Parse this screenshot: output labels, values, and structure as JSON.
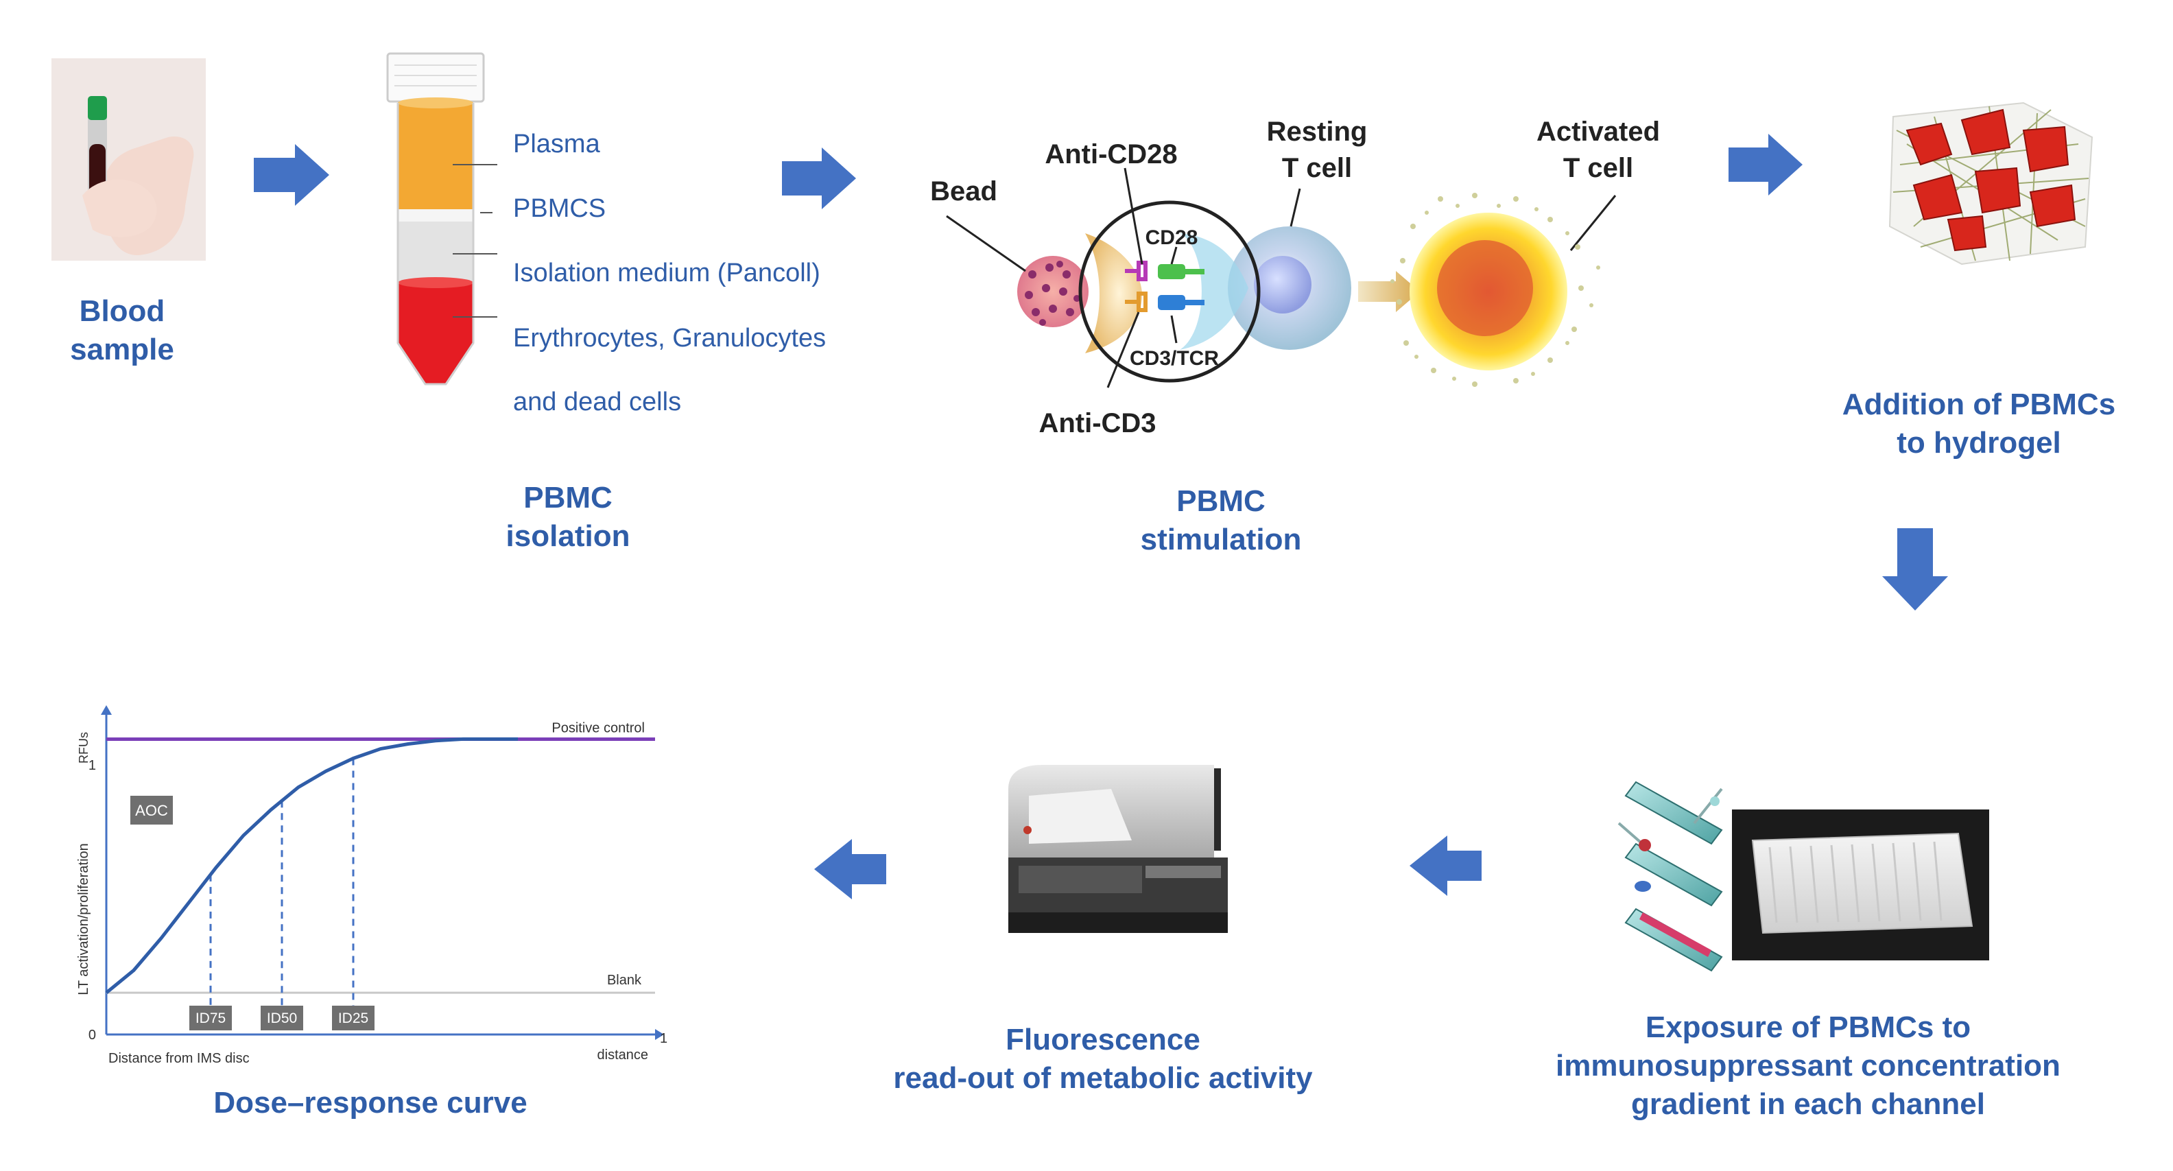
{
  "colors": {
    "accent_blue": "#4472c4",
    "title_blue": "#2f5da8",
    "plasma": "#f3a833",
    "erythrocytes": "#e51c23",
    "curve": "#2f5da8",
    "positive_control": "#7b3fb8"
  },
  "steps": {
    "blood": {
      "title_line1": "Blood",
      "title_line2": "sample"
    },
    "isolation": {
      "title_line1": "PBMC",
      "title_line2": "isolation",
      "layers": [
        "Plasma",
        "PBMCS",
        "Isolation medium (Pancoll)",
        "Erythrocytes, Granulocytes",
        "and dead cells"
      ]
    },
    "stimulation": {
      "title_line1": "PBMC",
      "title_line2": "stimulation",
      "bead": "Bead",
      "anti_cd28": "Anti-CD28",
      "anti_cd3": "Anti-CD3",
      "cd28": "CD28",
      "cd3_tcr": "CD3/TCR",
      "resting_line1": "Resting",
      "resting_line2": "T cell",
      "activated_line1": "Activated",
      "activated_line2": "T cell"
    },
    "hydrogel": {
      "title_line1": "Addition of PBMCs",
      "title_line2": "to hydrogel"
    },
    "exposure": {
      "title_line1": "Exposure of PBMCs to",
      "title_line2": "immunosuppressant concentration",
      "title_line3": "gradient in each channel"
    },
    "fluorescence": {
      "title_line1": "Fluorescence",
      "title_line2": "read-out of metabolic activity"
    },
    "dose": {
      "title": "Dose–response curve"
    }
  },
  "chart_data": {
    "type": "line",
    "ylabel_top": "RFUs",
    "ylabel_side": "LT activation/proliferation",
    "xlabel_left": "Distance from IMS disc",
    "xlabel_right": "distance",
    "y_tick_one": "1",
    "y_tick_zero": "0",
    "x_tick_one": "1",
    "xlim": [
      0,
      1
    ],
    "ylim": [
      0,
      1
    ],
    "positive_control_label": "Positive control",
    "positive_control_y": 0.92,
    "blank_label": "Blank",
    "blank_y": 0.13,
    "aoc_label": "AOC",
    "curve": {
      "x": [
        0,
        0.05,
        0.1,
        0.15,
        0.2,
        0.25,
        0.3,
        0.35,
        0.4,
        0.45,
        0.5,
        0.55,
        0.6,
        0.65,
        0.7,
        0.75
      ],
      "y": [
        0.13,
        0.2,
        0.3,
        0.41,
        0.52,
        0.62,
        0.7,
        0.77,
        0.82,
        0.86,
        0.89,
        0.905,
        0.915,
        0.92,
        0.92,
        0.92
      ]
    },
    "markers": [
      {
        "label": "ID75",
        "x": 0.19
      },
      {
        "label": "ID50",
        "x": 0.32
      },
      {
        "label": "ID25",
        "x": 0.45
      }
    ]
  }
}
